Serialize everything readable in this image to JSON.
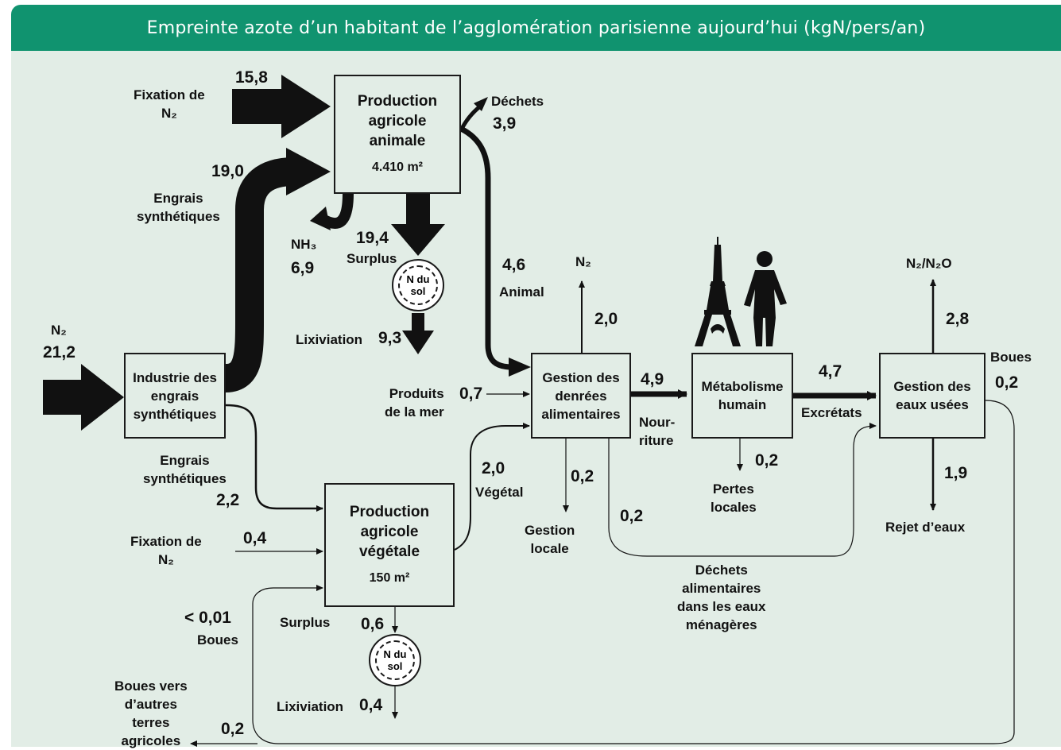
{
  "title": "Empreinte azote d’un habitant de l’agglomération parisienne aujourd’hui (kgN/pers/an)",
  "boxes": {
    "animal": {
      "line1": "Production",
      "line2": "agricole",
      "line3": "animale",
      "area": "4.410 m²"
    },
    "industry": {
      "line1": "Industrie des",
      "line2": "engrais",
      "line3": "synthétiques"
    },
    "vegetal": {
      "line1": "Production",
      "line2": "agricole",
      "line3": "végétale",
      "area": "150 m²"
    },
    "food": {
      "line1": "Gestion des",
      "line2": "denrées",
      "line3": "alimentaires"
    },
    "metab": {
      "line1": "Métabolisme",
      "line2": "humain"
    },
    "water": {
      "line1": "Gestion des",
      "line2": "eaux usées"
    }
  },
  "soil": {
    "label": "N du\nsol"
  },
  "labels": {
    "fixation_animal": "Fixation de\nN₂",
    "fixation_animal_val": "15,8",
    "engrais_top": "Engrais\nsynthétiques",
    "engrais_top_val": "19,0",
    "dechets": "Déchets",
    "dechets_val": "3,9",
    "nh3": "NH₃",
    "nh3_val": "6,9",
    "surplus_top_val": "19,4",
    "surplus_top": "Surplus",
    "lixiviation_top": "Lixiviation",
    "lixiviation_top_val": "9,3",
    "animal_flow_val": "4,6",
    "animal_flow": "Animal",
    "n2_food": "N₂",
    "n2_food_val": "2,0",
    "n2_in": "N₂",
    "n2_in_val": "21,2",
    "produits_mer": "Produits\nde la mer",
    "produits_mer_val": "0,7",
    "nourriture_val": "4,9",
    "nourriture": "Nour-\nriture",
    "excretats_val": "4,7",
    "excretats": "Excrétats",
    "n2n2o": "N₂/N₂O",
    "n2n2o_val": "2,8",
    "boues": "Boues",
    "boues_val": "0,2",
    "rejet_val": "1,9",
    "rejet": "Rejet d’eaux",
    "pertes_val": "0,2",
    "pertes": "Pertes\nlocales",
    "gestion_locale_val": "0,2",
    "gestion_locale": "Gestion\nlocale",
    "dechets_alim_val": "0,2",
    "dechets_alim": "Déchets\nalimentaires\ndans les eaux\nménagères",
    "vegetal_flow_val": "2,0",
    "vegetal_flow": "Végétal",
    "engrais_bottom": "Engrais\nsynthétiques",
    "engrais_bottom_val": "2,2",
    "fixation_veg": "Fixation de\nN₂",
    "fixation_veg_val": "0,4",
    "boues_veg_val": "< 0,01",
    "boues_veg": "Boues",
    "surplus_bottom": "Surplus",
    "surplus_bottom_val": "0,6",
    "lixiviation_bottom": "Lixiviation",
    "lixiviation_bottom_val": "0,4",
    "boues_autres": "Boues vers\nd’autres\nterres\nagricoles",
    "boues_autres_val": "0,2"
  },
  "icons": [
    "eiffel-tower-icon",
    "person-icon"
  ],
  "colors": {
    "header": "#10936f",
    "panel": "#e2ede6",
    "ink": "#111111"
  }
}
